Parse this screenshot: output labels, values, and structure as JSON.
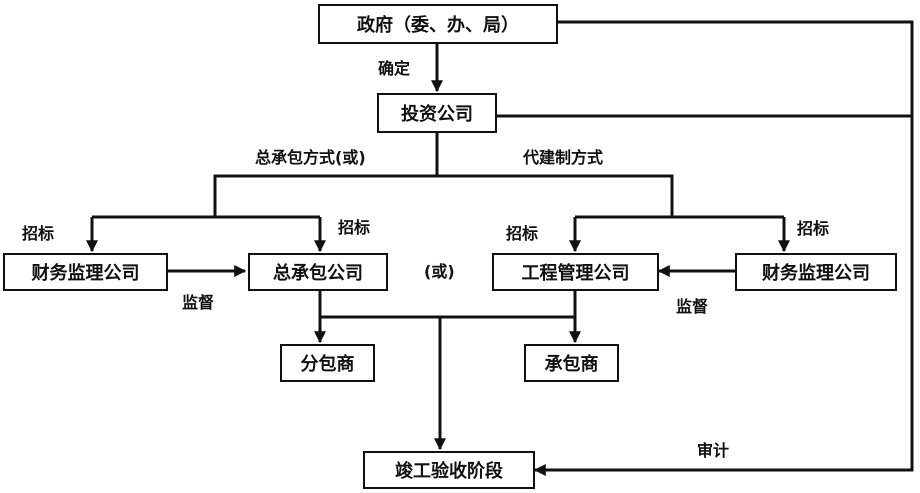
{
  "nodes": {
    "government": "政府（委、办、局）",
    "investment": "投资公司",
    "finance_left": "财务监理公司",
    "general_contractor": "总承包公司",
    "engineering_mgmt": "工程管理公司",
    "finance_right": "财务监理公司",
    "subcontractor": "分包商",
    "contractor": "承包商",
    "completion": "竣工验收阶段"
  },
  "labels": {
    "confirm": "确定",
    "general_mode": "总承包方式(或)",
    "agent_mode": "代建制方式",
    "bid_1": "招标",
    "bid_2": "招标",
    "bid_3": "招标",
    "bid_4": "招标",
    "supervise_left": "监督",
    "supervise_right": "监督",
    "or": "(或)",
    "audit": "审计"
  }
}
